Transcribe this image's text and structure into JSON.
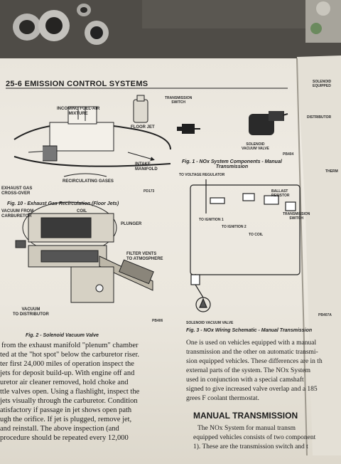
{
  "page": {
    "header": "25-6 EMISSION CONTROL SYSTEMS",
    "figure10": {
      "labels": {
        "mixture": "INCOMING FUEL-AIR\nMIXTURE",
        "floor_jet": "FLOOR JET",
        "intake": "INTAKE\nMANIFOLD",
        "recirc": "RECIRCULATING GASES",
        "exhaust": "EXHAUST GAS\nCROSS-OVER",
        "ref": "PD173"
      },
      "caption": "Fig. 10 - Exhaust Gas Recirculation (Floor Jets)"
    },
    "figure1": {
      "labels": {
        "trans_switch": "TRANSMISSION\nSWITCH",
        "solenoid": "SOLENOID\nVACUUM VALVE",
        "ref": "PB404"
      },
      "caption": "Fig. 1 - NOx System Components - Manual\nTransmission"
    },
    "figure2": {
      "labels": {
        "vacuum_from": "VACUUM FROM\nCARBURETOR",
        "coil": "COIL",
        "plunger": "PLUNGER",
        "filter": "FILTER VENTS\nTO ATMOSPHERE",
        "vacuum_to": "VACUUM\nTO DISTRIBUTOR",
        "ref": "PB406"
      },
      "caption": "Fig. 2 - Solenoid Vacuum Valve"
    },
    "figure3": {
      "labels": {
        "voltage": "TO VOLTAGE REGULATOR",
        "ballast": "BALLAST\nRESISTOR",
        "ign1": "TO IGNITION 1",
        "ign2": "TO IGNITION 2",
        "coil": "TO COIL",
        "switch": "TRANSMISSION\nSWITCH",
        "valve": "SOLENOID VACUUM VALVE",
        "ref": "PB407A"
      },
      "caption": "Fig. 3 - NOx Wiring Schematic - Manual Transmission"
    },
    "left_text": [
      "from the exhaust manifold \"plenum\" chamber",
      "ted at the \"hot spot\" below the carburetor riser.",
      "ter first 24,000 miles of operation inspect the",
      "jets for deposit build-up. With engine off and",
      "uretor air cleaner removed, hold choke and",
      "ttle valves open. Using a flashlight, inspect the",
      "jets visually through the carburetor. Condition",
      "atisfactory if passage in jet shows open path",
      "ugh the orifice. If jet is plugged, remove jet,",
      "and reinstall. The above inspection (and",
      "procedure should be repeated every 12,000"
    ],
    "right_text": [
      "One is used on vehicles equipped with a manual",
      "transmission and the other on automatic transmi-",
      "sion equipped vehicles. These differences are in th",
      "external parts of the system. The NOx System",
      "used in conjunction with a special camshaft",
      "signed to give increased valve overlap and a 185",
      "grees F coolant thermostat."
    ],
    "section_title": "MANUAL TRANSMISSION",
    "section_text": [
      "The NOx System for manual transm",
      "equipped vehicles consists of two component",
      "1). These are the transmission switch and t"
    ],
    "side_page": {
      "solenoid": "SOLENOID\nEQUIPPED",
      "distributor": "DISTRIBUTOR",
      "thermal": "THERM"
    }
  }
}
